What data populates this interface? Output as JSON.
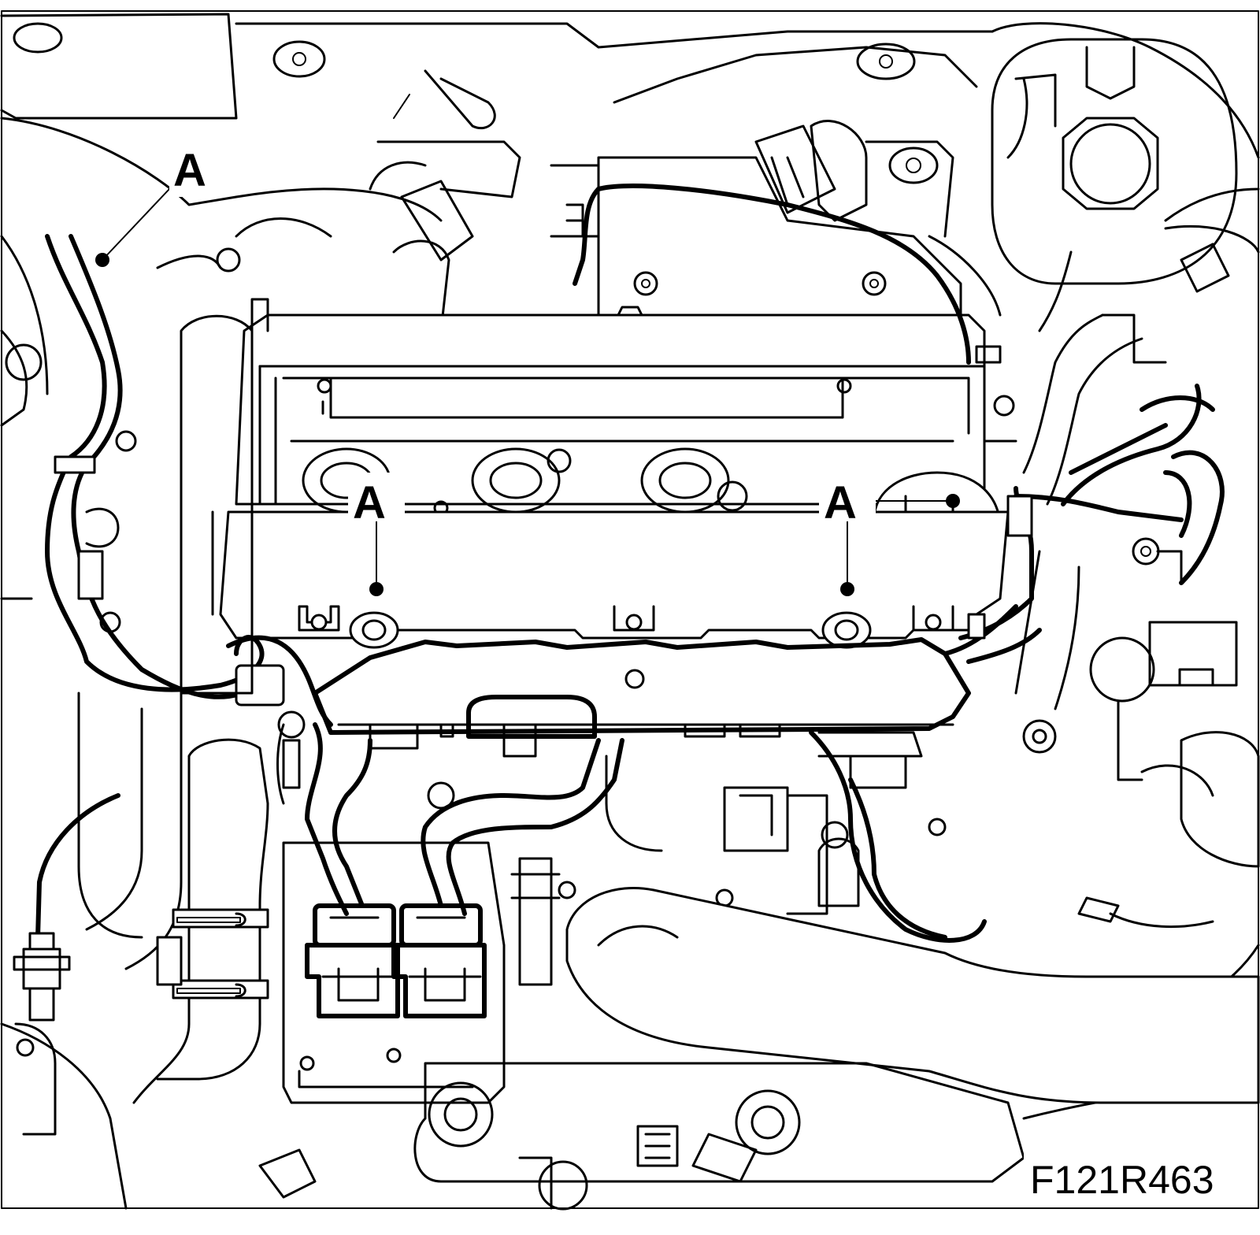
{
  "callouts": {
    "top_left": "A",
    "center_left": "A",
    "center_right": "A"
  },
  "figure_code": "F121R463"
}
